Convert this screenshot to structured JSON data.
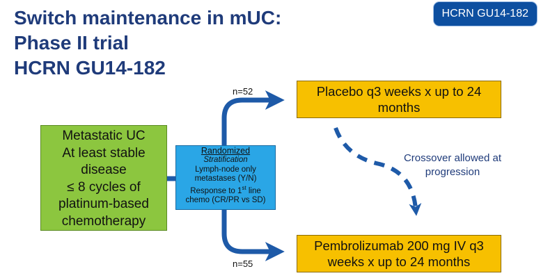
{
  "title": [
    "Switch maintenance in mUC:",
    "Phase II trial",
    "HCRN GU14-182"
  ],
  "badge": "HCRN GU14-182",
  "population": [
    "Metastatic UC",
    "At least stable",
    "disease",
    "≤ 8 cycles of",
    "platinum-based",
    "chemotherapy"
  ],
  "randomization": {
    "heading": "Randomized",
    "subheading": "Stratification",
    "lines": [
      "Lymph-node only",
      "metastases (Y/N)",
      "Response to 1st line",
      "chemo (CR/PR vs SD)"
    ]
  },
  "arms": [
    {
      "label": "Placebo q3 weeks x up to 24 months",
      "n": "n=52"
    },
    {
      "label": "Pembrolizumab 200 mg IV q3 weeks x up to 24 months",
      "n": "n=55"
    }
  ],
  "crossover": "Crossover allowed at progression",
  "colors": {
    "title": "#1f3b7a",
    "badge": "#0d4fa0",
    "arrow": "#1e5aa8",
    "population": "#8cc63f",
    "randomization": "#2aa6e6",
    "arm": "#f7c000"
  }
}
